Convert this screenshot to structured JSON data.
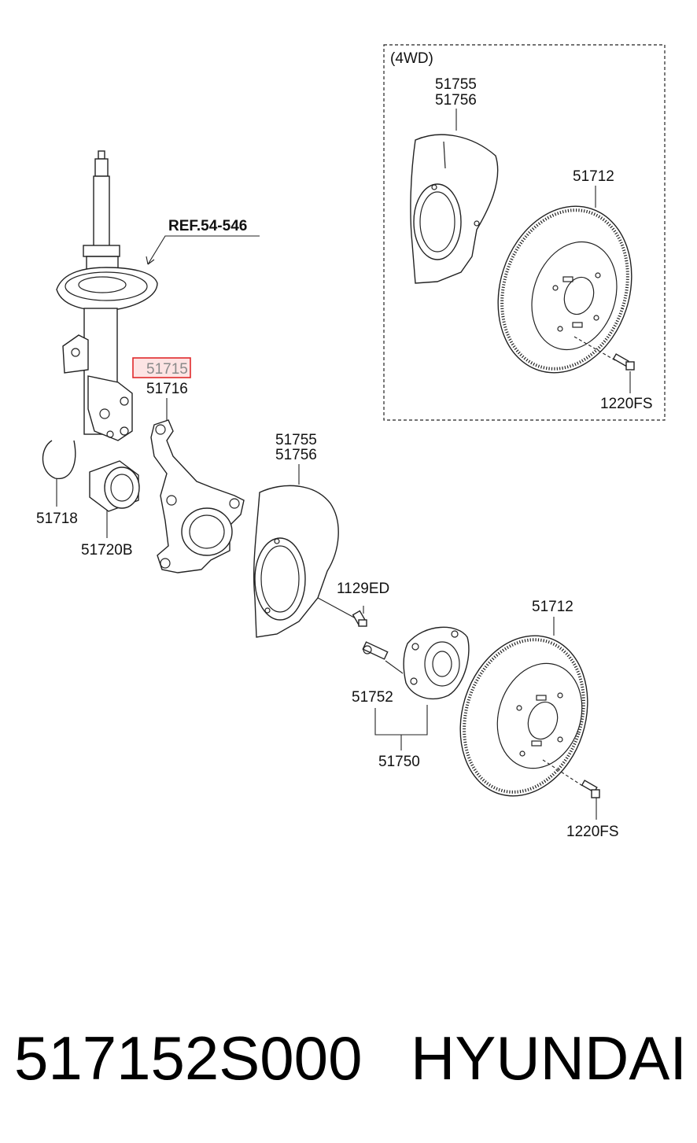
{
  "section_label": "(4WD)",
  "reference": "REF.54-546",
  "highlighted_part": "51715",
  "labels": {
    "l_51716": "51716",
    "l_51718": "51718",
    "l_51720b": "51720B",
    "l_51755_main": "51755",
    "l_51756_main": "51756",
    "l_1129ed": "1129ED",
    "l_51712_main": "51712",
    "l_51752": "51752",
    "l_51750": "51750",
    "l_1220fs_main": "1220FS",
    "l_51755_4wd": "51755",
    "l_51756_4wd": "51756",
    "l_51712_4wd": "51712",
    "l_1220fs_4wd": "1220FS"
  },
  "footer": {
    "part_number": "517152S000",
    "brand": "HYUNDAI"
  },
  "colors": {
    "highlight_border": "#e0292b",
    "highlight_fill": "#fde4e4",
    "line": "#222222"
  }
}
